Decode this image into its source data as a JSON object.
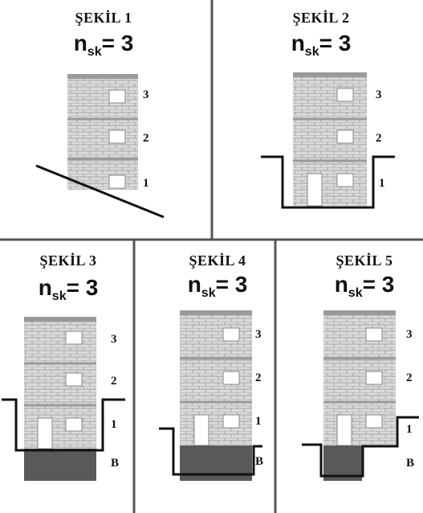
{
  "panels": [
    {
      "title": "ŞEKİL 1",
      "formula": {
        "n": "n",
        "sub": "sk",
        "eq": "= 3"
      },
      "floors": [
        "3",
        "2",
        "1"
      ]
    },
    {
      "title": "ŞEKİL 2",
      "formula": {
        "n": "n",
        "sub": "sk",
        "eq": "= 3"
      },
      "floors": [
        "3",
        "2",
        "1"
      ]
    },
    {
      "title": "ŞEKİL 3",
      "formula": {
        "n": "n",
        "sub": "sk",
        "eq": "= 3"
      },
      "floors": [
        "3",
        "2",
        "1"
      ],
      "basement": "B"
    },
    {
      "title": "ŞEKİL 4",
      "formula": {
        "n": "n",
        "sub": "sk",
        "eq": "= 3"
      },
      "floors": [
        "3",
        "2",
        "1"
      ],
      "basement": "B"
    },
    {
      "title": "ŞEKİL 5",
      "formula": {
        "n": "n",
        "sub": "sk",
        "eq": "= 3"
      },
      "floors": [
        "3",
        "2",
        "1"
      ],
      "basement": "B"
    }
  ],
  "colors": {
    "brick_fill": "#d9d9d9",
    "brick_line": "#9a9a9a",
    "roof": "#9a9a9a",
    "basement": "#595959",
    "ground": "#111111",
    "divider": "#555555"
  }
}
